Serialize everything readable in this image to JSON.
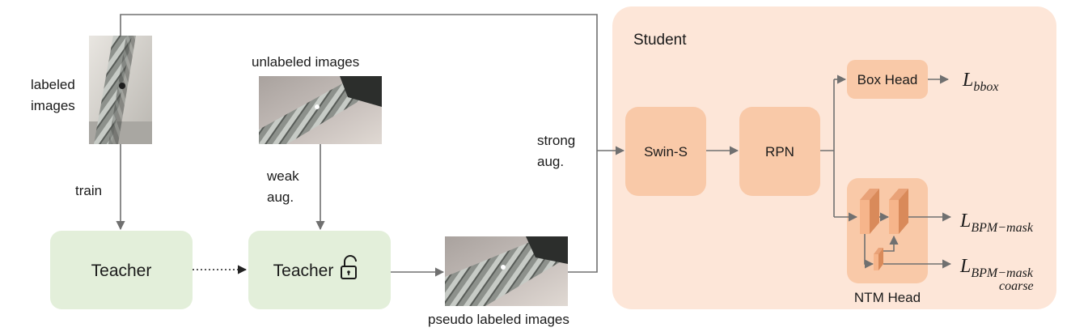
{
  "student": {
    "title": "Student"
  },
  "labeled": {
    "line1": "labeled",
    "line2": "images"
  },
  "unlabeled": {
    "label": "unlabeled images"
  },
  "pseudo": {
    "label": "pseudo labeled images"
  },
  "edges": {
    "train": "train",
    "weak_line1": "weak",
    "weak_line2": "aug.",
    "strong_line1": "strong",
    "strong_line2": "aug."
  },
  "teacher_left": {
    "label": "Teacher"
  },
  "teacher_right": {
    "label": "Teacher"
  },
  "swin": {
    "label": "Swin-S"
  },
  "rpn": {
    "label": "RPN"
  },
  "box_head": {
    "label": "Box Head"
  },
  "ntm_head": {
    "label": "NTM Head"
  },
  "losses": {
    "bbox_L": "L",
    "bbox_sub": "bbox",
    "mask_L": "L",
    "mask_sub": "BPM−mask",
    "coarse_L": "L",
    "coarse_sub": "BPM−mask",
    "coarse_sub2": "coarse"
  },
  "colors": {
    "student_bg": "#fde6d8",
    "module": "#f9c9a8",
    "teacher": "#e3efda",
    "arrow": "#707070",
    "feature_front": "#f6b58b",
    "feature_side": "#d98a5a"
  },
  "icons": {
    "teacher_right": "unlocked-padlock-icon"
  }
}
